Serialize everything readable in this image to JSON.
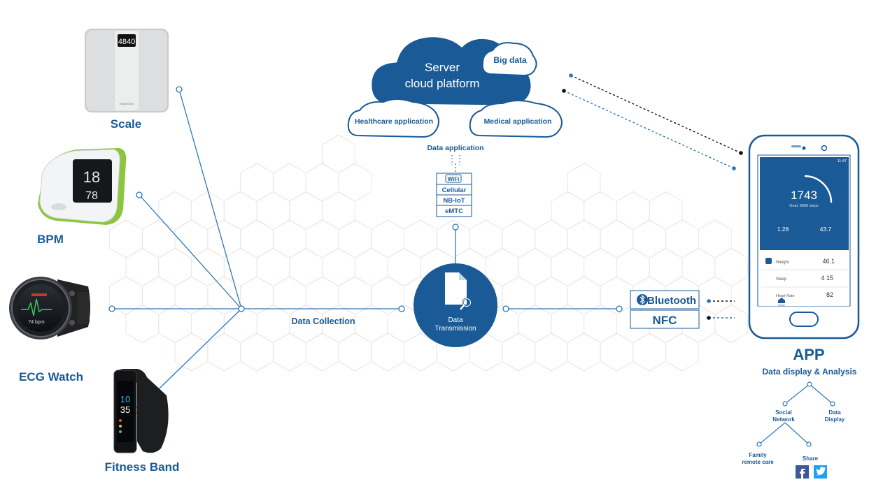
{
  "devices": {
    "scale": {
      "label": "Scale",
      "reading": "4840",
      "brand": "TRANSTEK"
    },
    "bpm": {
      "label": "BPM"
    },
    "ecg_watch": {
      "label": "ECG Watch"
    },
    "fitness_band": {
      "label": "Fitness Band",
      "time_hour": "10",
      "time_min": "35"
    }
  },
  "hub": {
    "collection_label": "Data Collection"
  },
  "transmission": {
    "line1": "Data",
    "line2": "Transmission"
  },
  "cloud": {
    "title_line1": "Server",
    "title_line2": "cloud platform",
    "big_data": "Big data",
    "healthcare": "Healthcare application",
    "medical": "Medical application",
    "data_application": "Data application"
  },
  "network": {
    "wifi": "WiFi",
    "items": [
      "Cellular",
      "NB-IoT",
      "eMTC"
    ]
  },
  "short_range": {
    "bluetooth": "Bluetooth",
    "nfc": "NFC"
  },
  "phone": {
    "status_time": "11:47",
    "steps": "1743",
    "goal": "Goal: 8000 steps",
    "stat_left": "1.28",
    "stat_right": "43.7",
    "rows": [
      {
        "label": "Weight",
        "value": "46.1"
      },
      {
        "label": "Sleep",
        "value": "4  15"
      },
      {
        "label": "Heart Rate",
        "value": "82"
      }
    ],
    "nav_home": "Home"
  },
  "app": {
    "title": "APP",
    "subtitle": "Data display & Analysis",
    "tree": {
      "social": [
        "Social",
        "Network"
      ],
      "display": [
        "Data",
        "Display"
      ],
      "family": [
        "Family",
        "remote care"
      ],
      "share": "Share"
    }
  },
  "colors": {
    "primary": "#1a5a96",
    "line": "#2f78b7",
    "accent_green": "#8cc63f"
  }
}
